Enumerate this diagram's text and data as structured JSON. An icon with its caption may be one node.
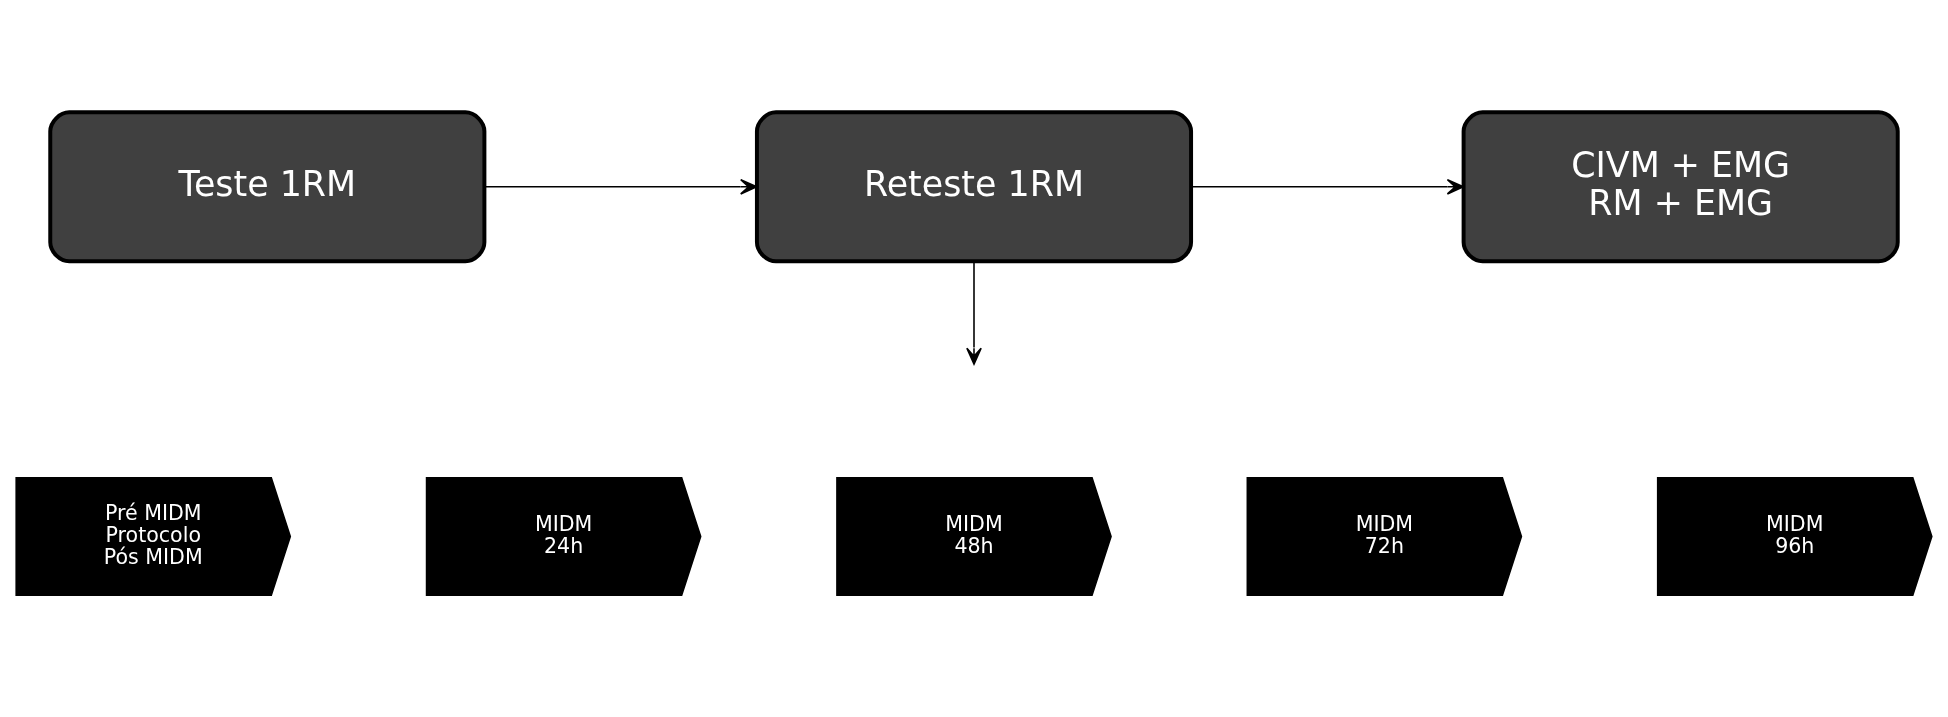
{
  "diagram": {
    "nodes": [
      {
        "text": [
          "Teste 1RM"
        ]
      },
      {
        "text": [
          "Reteste 1RM"
        ]
      },
      {
        "text": [
          "CIVM + EMG",
          "RM + EMG"
        ]
      },
      {
        "text": [
          "Pré MIDM",
          "Protocolo",
          "Pós MIDM"
        ]
      },
      {
        "text": [
          "MIDM",
          "24h"
        ]
      },
      {
        "text": [
          "MIDM",
          "48h"
        ]
      },
      {
        "text": [
          "MIDM",
          "72h"
        ]
      },
      {
        "text": [
          "MIDM",
          "96h"
        ]
      }
    ],
    "edges": [
      {
        "from": 0,
        "to": 1,
        "arrow": "to"
      },
      {
        "from": 1,
        "to": 2,
        "arrow": "to"
      },
      {
        "from": 1,
        "to": null,
        "arrow": "to"
      }
    ]
  }
}
